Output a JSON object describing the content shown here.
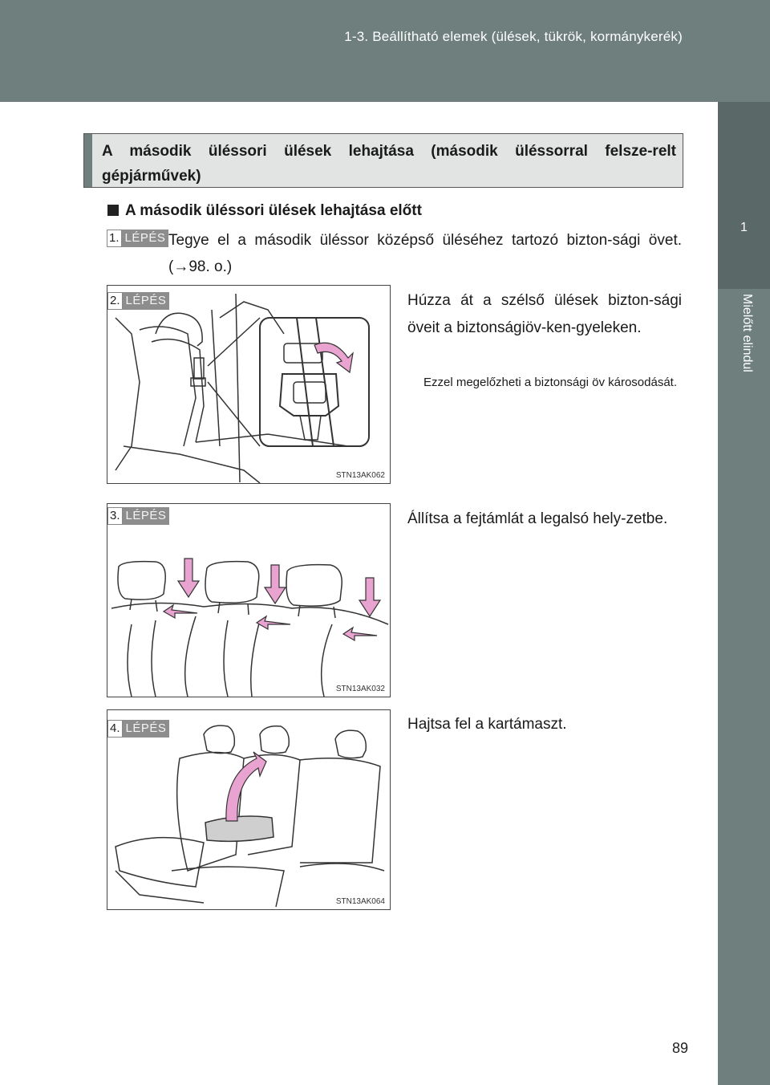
{
  "header": {
    "title": "1-3. Beállítható elemek (ülések, tükrök, kormánykerék)"
  },
  "side_tab": {
    "chapter_number": "1",
    "chapter_label": "Mielőtt elindul"
  },
  "page_number": "89",
  "section_title": "A második üléssori ülések lehajtása (második üléssorral felsze-relt gépjárművek)",
  "subheading": "A második üléssori ülések lehajtása előtt",
  "step_label": "LÉPÉS",
  "steps": [
    {
      "number": "1.",
      "text": "Tegye el a második üléssor középső üléséhez tartozó bizton-sági övet. (→98. o.)"
    },
    {
      "number": "2.",
      "text": "Húzza át a szélső ülések bizton-sági öveit a biztonságiöv-ken-gyeleken.",
      "note": "Ezzel megelőzheti a biztonsági öv károsodását.",
      "figure_code": "STN13AK062"
    },
    {
      "number": "3.",
      "text": "Állítsa a fejtámlát a legalsó hely-zetbe.",
      "figure_code": "STN13AK032"
    },
    {
      "number": "4.",
      "text": "Hajtsa fel a kartámaszt.",
      "figure_code": "STN13AK064"
    }
  ],
  "colors": {
    "header": "#6e7f7e",
    "arrow": "#e9a3d0",
    "badge": "#8d8d8d"
  }
}
